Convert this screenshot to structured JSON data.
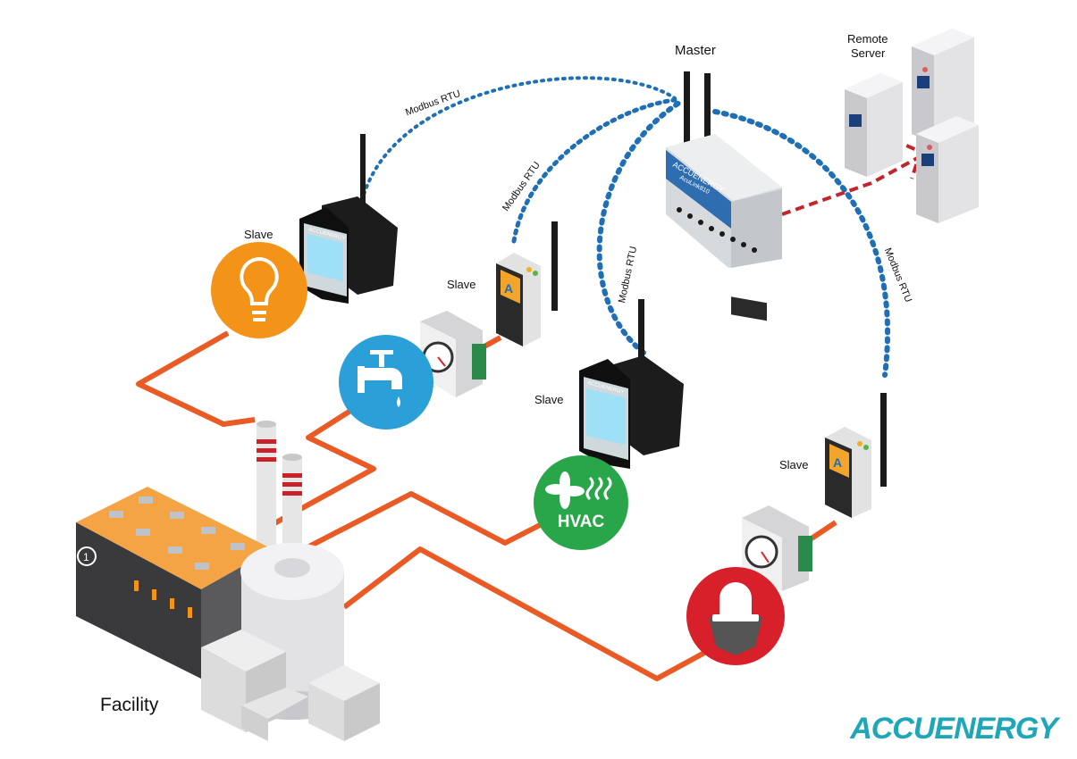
{
  "labels": {
    "master": "Master",
    "remote_server_line1": "Remote",
    "remote_server_line2": "Server",
    "slave_1": "Slave",
    "slave_2": "Slave",
    "slave_3": "Slave",
    "slave_4": "Slave",
    "facility": "Facility",
    "link_1": "Modbus RTU",
    "link_2": "Modbus RTU",
    "link_3": "Modbus RTU",
    "link_4": "Modbus RTU",
    "hvac": "HVAC",
    "master_device_brand": "ACCUENERGY",
    "master_device_model": "AcuLink810",
    "meter_brand": "ACCUENERGY",
    "logo": "ACCUENERGY"
  },
  "colors": {
    "wired_link": "#ea5a24",
    "modbus_link": "#1e6fb6",
    "server_link": "#c0262d",
    "lighting": "#f39418",
    "water": "#2a9fd8",
    "hvac": "#2aa64a",
    "alarm": "#d8202a",
    "brand": "#1fa7b8"
  },
  "icons": {
    "lighting": "light-bulb-icon",
    "water": "water-tap-icon",
    "hvac": "fan-icon",
    "alarm": "alarm-light-icon"
  }
}
